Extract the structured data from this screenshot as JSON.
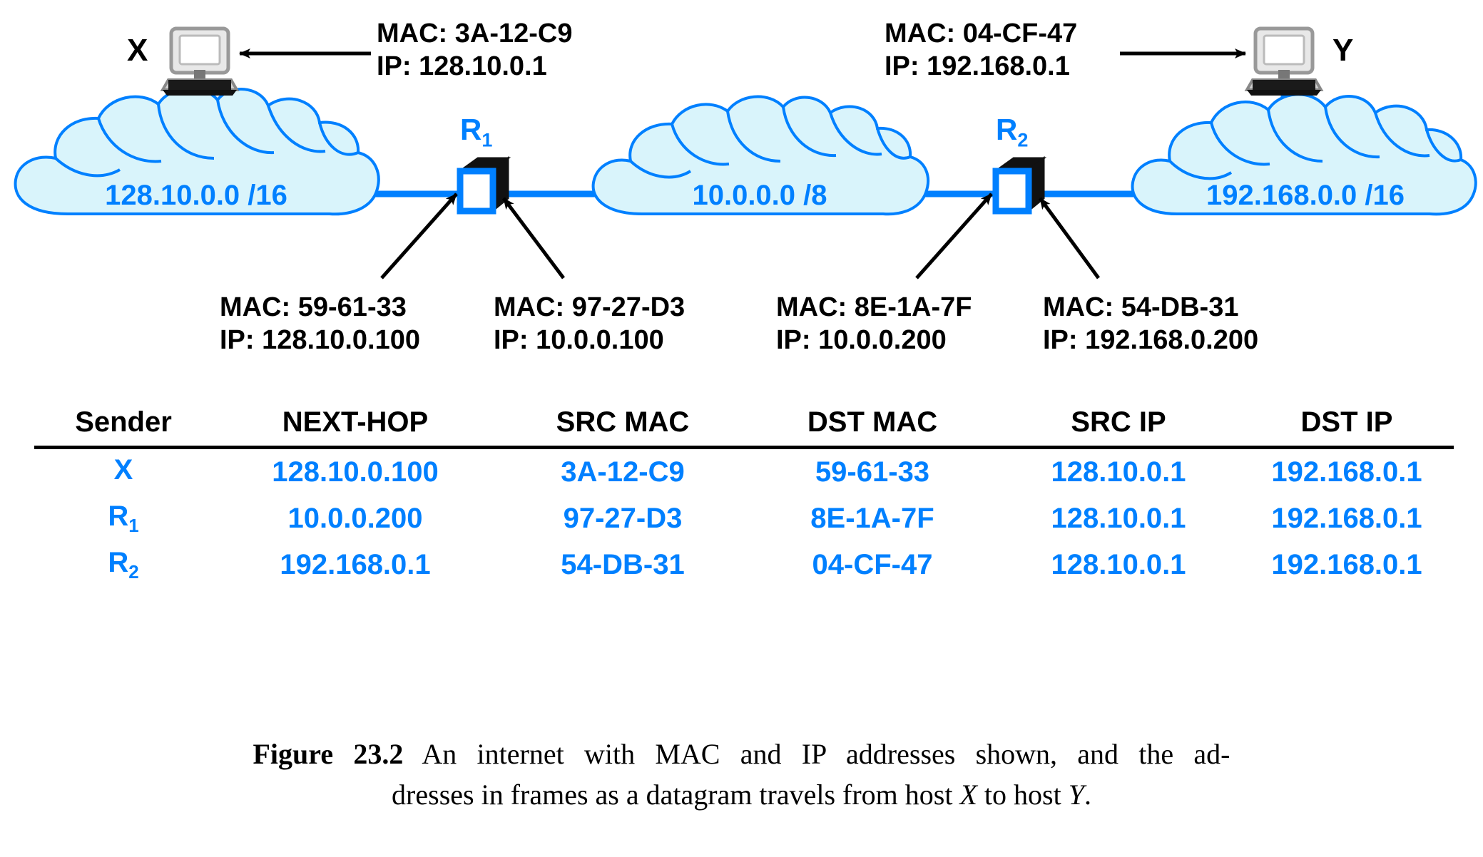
{
  "figure": {
    "number": "Figure 23.2",
    "caption_line1": "An internet with MAC and IP addresses shown, and the ad-",
    "caption_line2_pre": "dresses in frames as a datagram travels from host ",
    "caption_line2_x": "X",
    "caption_line2_mid": " to host ",
    "caption_line2_y": "Y",
    "caption_line2_end": "."
  },
  "colors": {
    "accent_blue": "#0080ff",
    "cloud_fill": "#d9f4fb",
    "cloud_stroke": "#0080ff",
    "text_black": "#000000"
  },
  "hosts": [
    {
      "id": "host-x",
      "letter": "X",
      "mac_label": "MAC: 3A-12-C9",
      "ip_label": "IP: 128.10.0.1"
    },
    {
      "id": "host-y",
      "letter": "Y",
      "mac_label": "MAC: 04-CF-47",
      "ip_label": "IP: 192.168.0.1"
    }
  ],
  "clouds": [
    {
      "id": "network-left",
      "label": "128.10.0.0 /16"
    },
    {
      "id": "network-middle",
      "label": "10.0.0.0 /8"
    },
    {
      "id": "network-right",
      "label": "192.168.0.0 /16"
    }
  ],
  "routers": [
    {
      "id": "router-r1",
      "label": "R",
      "subscript": "1"
    },
    {
      "id": "router-r2",
      "label": "R",
      "subscript": "2"
    }
  ],
  "interfaces": [
    {
      "id": "r1-left",
      "mac_label": "MAC: 59-61-33",
      "ip_label": "IP: 128.10.0.100"
    },
    {
      "id": "r1-right",
      "mac_label": "MAC: 97-27-D3",
      "ip_label": "IP: 10.0.0.100"
    },
    {
      "id": "r2-left",
      "mac_label": "MAC: 8E-1A-7F",
      "ip_label": "IP: 10.0.0.200"
    },
    {
      "id": "r2-right",
      "mac_label": "MAC: 54-DB-31",
      "ip_label": "IP: 192.168.0.200"
    }
  ],
  "table": {
    "headers": [
      "Sender",
      "NEXT-HOP",
      "SRC MAC",
      "DST MAC",
      "SRC IP",
      "DST IP"
    ],
    "rows": [
      {
        "sender": "X",
        "sender_sub": "",
        "next_hop": "128.10.0.100",
        "src_mac": "3A-12-C9",
        "dst_mac": "59-61-33",
        "src_ip": "128.10.0.1",
        "dst_ip": "192.168.0.1"
      },
      {
        "sender": "R",
        "sender_sub": "1",
        "next_hop": "10.0.0.200",
        "src_mac": "97-27-D3",
        "dst_mac": "8E-1A-7F",
        "src_ip": "128.10.0.1",
        "dst_ip": "192.168.0.1"
      },
      {
        "sender": "R",
        "sender_sub": "2",
        "next_hop": "192.168.0.1",
        "src_mac": "54-DB-31",
        "dst_mac": "04-CF-47",
        "src_ip": "128.10.0.1",
        "dst_ip": "192.168.0.1"
      }
    ]
  }
}
